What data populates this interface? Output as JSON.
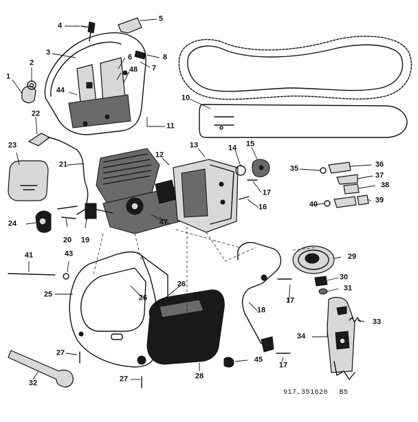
{
  "diagram": {
    "model_number": "917.351620",
    "page_code": "B5"
  },
  "callouts": [
    "1",
    "2",
    "3",
    "4",
    "5",
    "6",
    "7",
    "8",
    "10",
    "11",
    "12",
    "13",
    "14",
    "15",
    "16",
    "17",
    "17",
    "17",
    "18",
    "19",
    "20",
    "21",
    "22",
    "23",
    "24",
    "25",
    "26",
    "26",
    "27",
    "27",
    "28",
    "29",
    "30",
    "31",
    "32",
    "33",
    "34",
    "35",
    "36",
    "37",
    "38",
    "39",
    "40",
    "41",
    "43",
    "44",
    "45",
    "47",
    "48"
  ],
  "parts": [
    {
      "ref": "1",
      "icon": "grommet-icon"
    },
    {
      "ref": "2",
      "icon": "washer-icon"
    },
    {
      "ref": "3",
      "icon": "top-housing-icon"
    },
    {
      "ref": "4",
      "icon": "screw-icon"
    },
    {
      "ref": "5",
      "icon": "bracket-icon"
    },
    {
      "ref": "10",
      "icon": "guide-bar-icon"
    },
    {
      "ref": "12",
      "icon": "engine-icon"
    },
    {
      "ref": "13",
      "icon": "clutch-cover-icon"
    },
    {
      "ref": "18",
      "icon": "front-handle-icon"
    },
    {
      "ref": "23",
      "icon": "air-filter-cover-icon"
    },
    {
      "ref": "25",
      "icon": "rear-handle-housing-icon"
    },
    {
      "ref": "28",
      "icon": "side-cover-icon"
    },
    {
      "ref": "29",
      "icon": "sprocket-drum-icon"
    },
    {
      "ref": "32",
      "icon": "wrench-icon"
    },
    {
      "ref": "34",
      "icon": "oiler-plate-icon"
    },
    {
      "ref": "chain",
      "icon": "saw-chain-icon"
    }
  ]
}
